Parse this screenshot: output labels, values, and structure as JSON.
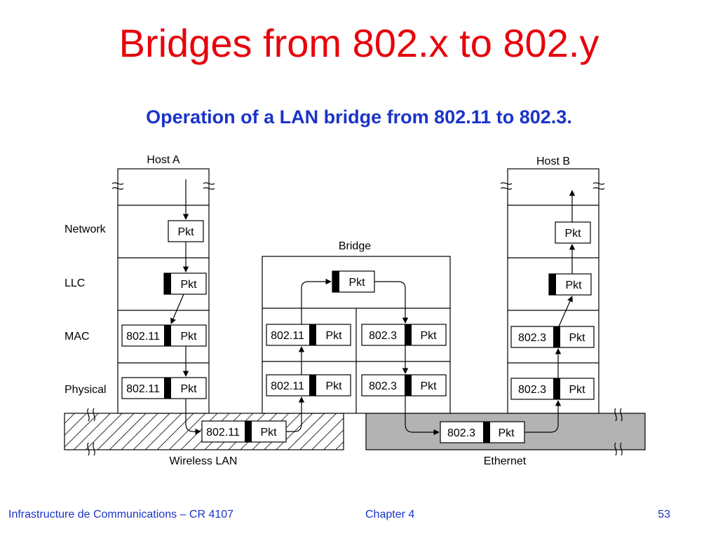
{
  "slide": {
    "title": "Bridges from 802.x to 802.y",
    "subtitle": "Operation of a LAN bridge from 802.11 to 802.3."
  },
  "diagram": {
    "host_a_label": "Host A",
    "host_b_label": "Host B",
    "bridge_label": "Bridge",
    "layers": {
      "network": "Network",
      "llc": "LLC",
      "mac": "MAC",
      "physical": "Physical"
    },
    "pkt": "Pkt",
    "wireless_header": "802.11",
    "ethernet_header": "802.3",
    "wireless_lan_label": "Wireless LAN",
    "ethernet_label": "Ethernet"
  },
  "footer": {
    "left": "Infrastructure de Communications – CR 4107",
    "center": "Chapter 4",
    "right": "53"
  }
}
